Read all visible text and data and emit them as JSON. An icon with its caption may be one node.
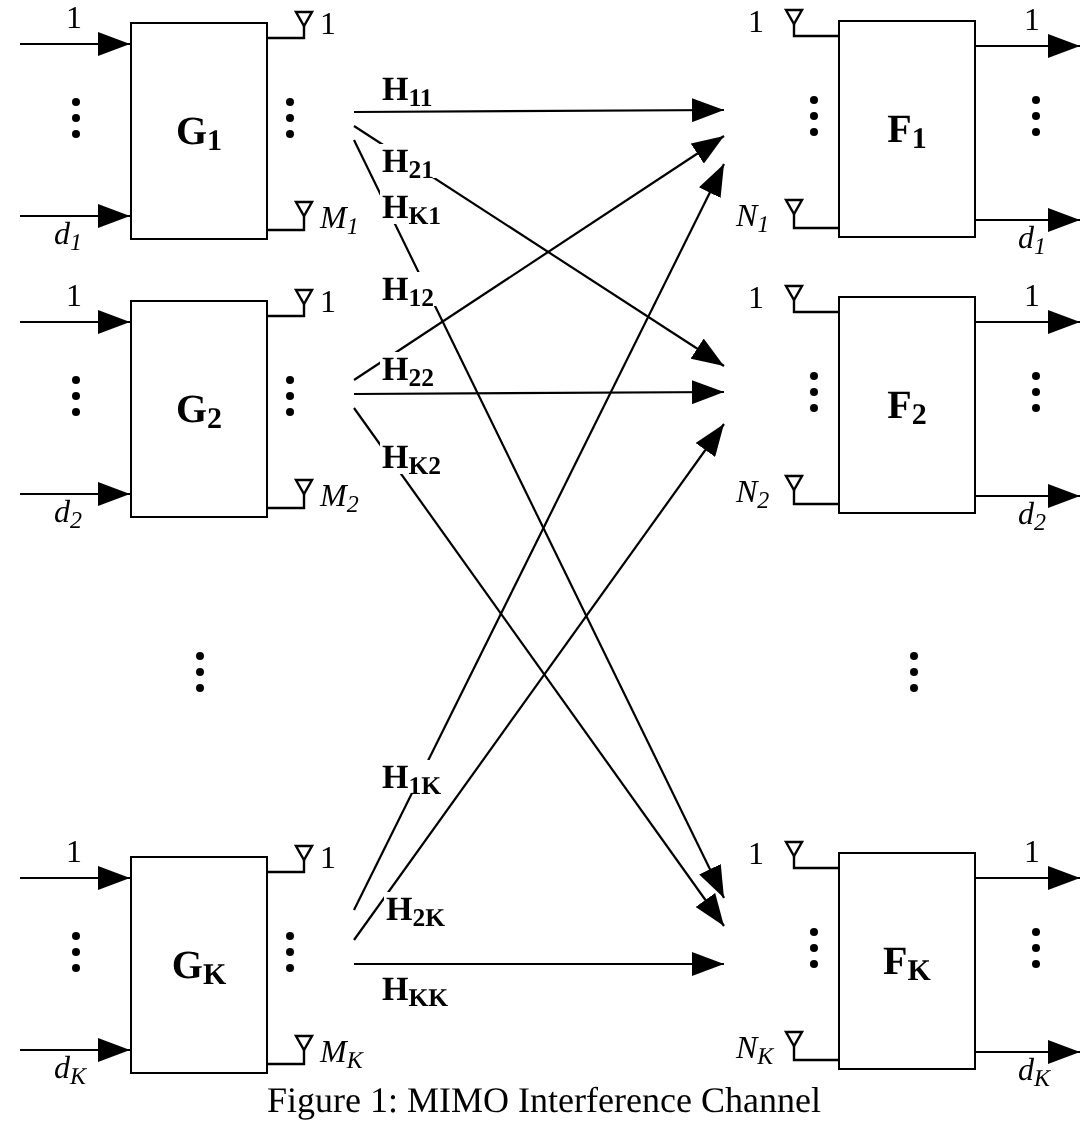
{
  "diagram": {
    "caption": "Figure 1: MIMO Interference Channel",
    "nodes": [
      {
        "text": [
          "G$_{1}$"
        ],
        "beside": [
          "1",
          "M$_{1}$"
        ]
      },
      {
        "text": [
          "G$_{2}$"
        ],
        "beside": [
          "1",
          "M$_{2}$"
        ]
      },
      {
        "text": [
          "G$_{K}$"
        ],
        "beside": [
          "1",
          "M$_{K}$"
        ]
      },
      {
        "text": [
          "F$_{1}$"
        ],
        "beside": [
          "1",
          "N$_{1}$"
        ]
      },
      {
        "text": [
          "F$_{2}$"
        ],
        "beside": [
          "1",
          "N$_{2}$"
        ]
      },
      {
        "text": [
          "F$_{K}$"
        ],
        "beside": [
          "1",
          "N$_{K}$"
        ]
      }
    ],
    "edges": [
      {
        "from": 0,
        "to": 3,
        "arrow": "to",
        "label": "H$_{11}$"
      },
      {
        "from": 0,
        "to": 4,
        "arrow": "to",
        "label": "H$_{21}$"
      },
      {
        "from": 0,
        "to": 5,
        "arrow": "to",
        "label": "H$_{K1}$"
      },
      {
        "from": 1,
        "to": 3,
        "arrow": "to",
        "label": "H$_{12}$"
      },
      {
        "from": 1,
        "to": 4,
        "arrow": "to",
        "label": "H$_{22}$"
      },
      {
        "from": 1,
        "to": 5,
        "arrow": "to",
        "label": "H$_{K2}$"
      },
      {
        "from": 2,
        "to": 3,
        "arrow": "to",
        "label": "H$_{1K}$"
      },
      {
        "from": 2,
        "to": 4,
        "arrow": "to",
        "label": "H$_{2K}$"
      },
      {
        "from": 2,
        "to": 5,
        "arrow": "to",
        "label": "H$_{KK}$"
      },
      {
        "from": null,
        "to": 0,
        "arrow": "to",
        "label": "1"
      },
      {
        "from": null,
        "to": 0,
        "arrow": "to",
        "label": "d$_{1}$"
      },
      {
        "from": null,
        "to": 1,
        "arrow": "to",
        "label": "1"
      },
      {
        "from": null,
        "to": 1,
        "arrow": "to",
        "label": "d$_{2}$"
      },
      {
        "from": null,
        "to": 2,
        "arrow": "to",
        "label": "1"
      },
      {
        "from": null,
        "to": 2,
        "arrow": "to",
        "label": "d$_{K}$"
      },
      {
        "from": 3,
        "to": null,
        "arrow": "to",
        "label": "1"
      },
      {
        "from": 3,
        "to": null,
        "arrow": "to",
        "label": "d$_{1}$"
      },
      {
        "from": 4,
        "to": null,
        "arrow": "to",
        "label": "1"
      },
      {
        "from": 4,
        "to": null,
        "arrow": "to",
        "label": "d$_{2}$"
      },
      {
        "from": 5,
        "to": null,
        "arrow": "to",
        "label": "1"
      },
      {
        "from": 5,
        "to": null,
        "arrow": "to",
        "label": "d$_{K}$"
      }
    ]
  }
}
